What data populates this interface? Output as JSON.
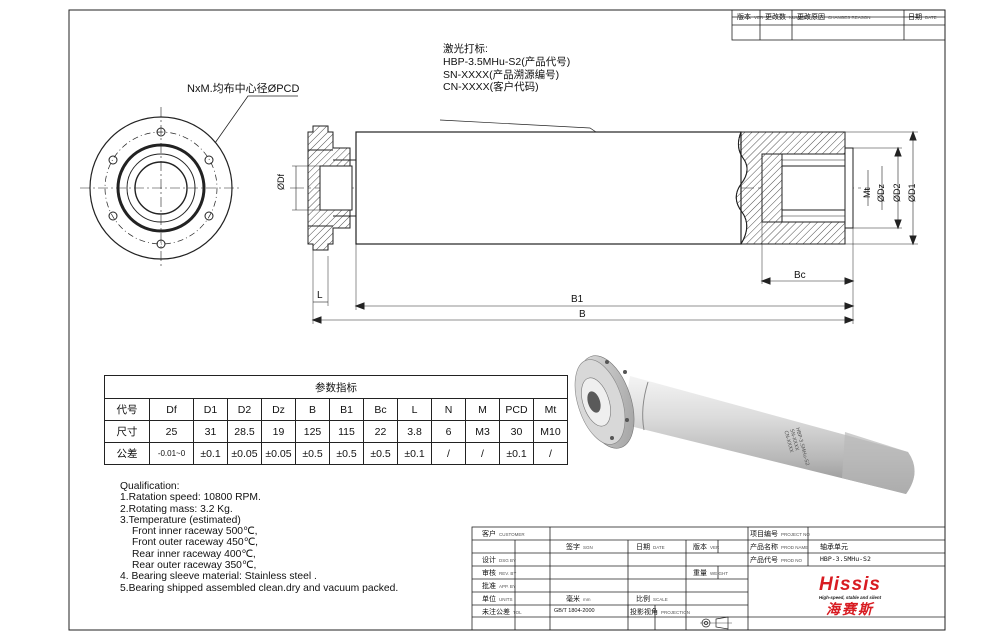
{
  "revision_block": {
    "c1": "版本",
    "c1_en": "VER",
    "c2": "更改数",
    "c2_en": "NUMBER",
    "c3": "更改原因",
    "c3_en": "CHANGES REASON",
    "c4": "日期",
    "c4_en": "DATE"
  },
  "labels": {
    "pcd_note": "NxM.均布中心径ØPCD",
    "laser_title": "激光打标:",
    "laser_1": "HBP-3.5MHu-S2(产品代号)",
    "laser_2": "SN-XXXX(产品溯源编号)",
    "laser_3": "CN-XXXX(客户代码)",
    "dim_Df": "ØDf",
    "dim_Mt": "Mt",
    "dim_Dz": "ØDz",
    "dim_D2": "ØD2",
    "dim_D1": "ØD1",
    "dim_Bc": "Bc",
    "dim_L": "L",
    "dim_B1": "B1",
    "dim_B": "B"
  },
  "params": {
    "title": "参数指标",
    "headers": [
      "代号",
      "Df",
      "D1",
      "D2",
      "Dz",
      "B",
      "B1",
      "Bc",
      "L",
      "N",
      "M",
      "PCD",
      "Mt"
    ],
    "size_label": "尺寸",
    "sizes": [
      "25",
      "31",
      "28.5",
      "19",
      "125",
      "115",
      "22",
      "3.8",
      "6",
      "M3",
      "30",
      "M10"
    ],
    "tol_label": "公差",
    "tolerances": [
      "-0.01~0",
      "±0.1",
      "±0.05",
      "±0.05",
      "±0.5",
      "±0.5",
      "±0.5",
      "±0.1",
      "/",
      "/",
      "±0.1",
      "/"
    ]
  },
  "notes": {
    "title": "Qualification:",
    "l1": "1.Ratation speed: 10800 RPM.",
    "l2": "2.Rotating mass: 3.2 Kg.",
    "l3": "3.Temperature (estimated)",
    "l4": "Front inner raceway 500℃,",
    "l5": "Front outer raceway 450℃,",
    "l6": "Rear inner raceway 400℃,",
    "l7": "Rear outer raceway 350℃,",
    "l8": "4. Bearing sleeve material: Stainless steel .",
    "l9": "5.Bearing shipped assembled clean.dry and vacuum packed."
  },
  "title_block": {
    "customer": "客户",
    "customer_en": "CUSTOMER",
    "project_no": "项目编号",
    "project_no_en": "PROJECT NO",
    "product_name": "产品名称",
    "product_name_en": "PROD NAME",
    "product_name_val": "轴承单元",
    "product_code": "产品代号",
    "product_code_en": "PROD NO",
    "product_code_val": "HBP-3.5MHu-S2",
    "sign": "签字",
    "sign_en": "SGN",
    "date": "日期",
    "date_en": "DATE",
    "ver": "版本",
    "ver_en": "VER",
    "design": "设计",
    "design_en": "DSG BY",
    "review": "审核",
    "review_en": "REV. BY",
    "approve": "批准",
    "approve_en": "APP. BY",
    "weight": "重量",
    "weight_en": "WEIGHT",
    "unit": "单位",
    "unit_en": "UNITS",
    "unit_val": "毫米",
    "unit_val_en": "mm",
    "scale": "比例",
    "scale_en": "SCALE",
    "tol": "未注公差",
    "tol_en": "TOL",
    "tol_val": "GB/T 1804-2000",
    "proj": "投影视角",
    "proj_en": "PROJECTION",
    "logo_name": "Hissis",
    "logo_tagline": "High-speed, stable and silent",
    "logo_cn": "海赛斯"
  },
  "colors": {
    "line": "#222222",
    "logo_red": "#d81c22",
    "shaft_light": "#e8e8e8",
    "shaft_dark": "#9a9a9a"
  }
}
